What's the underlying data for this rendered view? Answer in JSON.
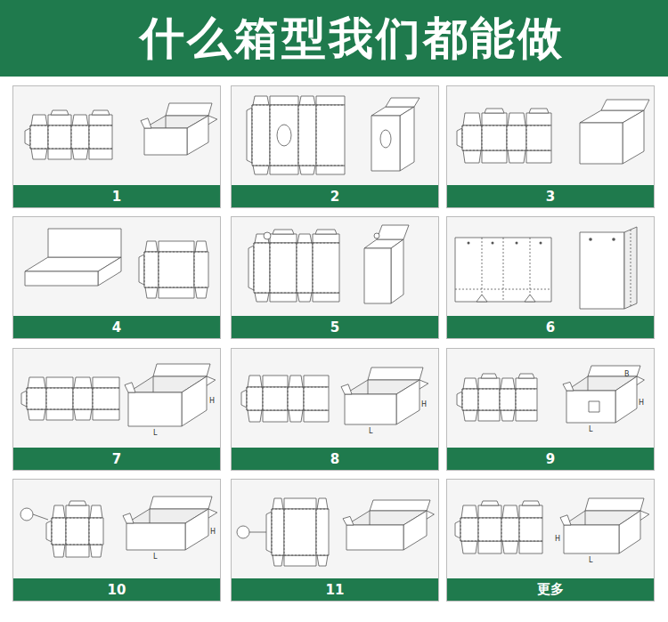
{
  "diagram": {
    "title": "什么箱型我们都能做",
    "nodes": [
      {
        "text": [
          "1"
        ]
      },
      {
        "text": [
          "2"
        ]
      },
      {
        "text": [
          "3"
        ]
      },
      {
        "text": [
          "4"
        ]
      },
      {
        "text": [
          "5"
        ]
      },
      {
        "text": [
          "6"
        ]
      },
      {
        "text": [
          "7"
        ]
      },
      {
        "text": [
          "8"
        ]
      },
      {
        "text": [
          "9"
        ]
      },
      {
        "text": [
          "10"
        ]
      },
      {
        "text": [
          "11"
        ]
      },
      {
        "text": [
          "更多"
        ]
      }
    ],
    "labels": [
      "H",
      "L",
      "H",
      "L",
      "B",
      "H",
      "L",
      "H",
      "L",
      "H",
      "L"
    ]
  }
}
